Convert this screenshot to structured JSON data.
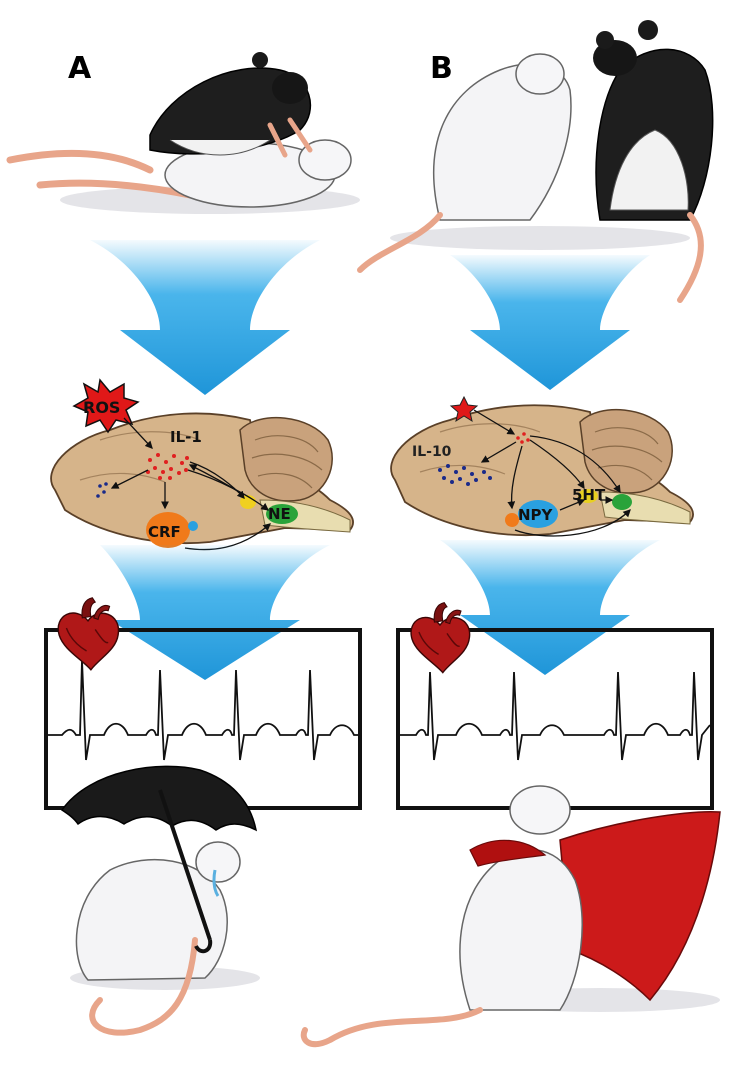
{
  "panels": [
    {
      "letter": "A",
      "brain_labels": {
        "ros": "ROS",
        "cytokine": "IL-1",
        "crf": "CRF",
        "ne": "NE"
      },
      "colors": {
        "cytokine_dots": "#e02020",
        "pfc_dots": "#1a2a8a",
        "crf": "#f07a1a",
        "ne": "#2aa33a",
        "lc": "#f0d020",
        "ros": "#e01818"
      }
    },
    {
      "letter": "B",
      "brain_labels": {
        "cytokine": "IL-10",
        "npy": "NPY",
        "serotonin": "5HT"
      },
      "colors": {
        "cytokine_dots": "#1a2a8a",
        "center_dots": "#e02020",
        "npy": "#2aa0e0",
        "serotonin": "#e8d020",
        "raphe": "#2aa33a",
        "star": "#e01818"
      }
    }
  ],
  "palette": {
    "arrow_blue": "#2aa8e8",
    "brain_tan": "#d6b48a",
    "cerebellum": "#c9a27c",
    "brainstem": "#e8ddb0",
    "heart_red": "#b01818",
    "cape_red": "#cc1a1a",
    "umbrella": "#1a1a1a"
  }
}
